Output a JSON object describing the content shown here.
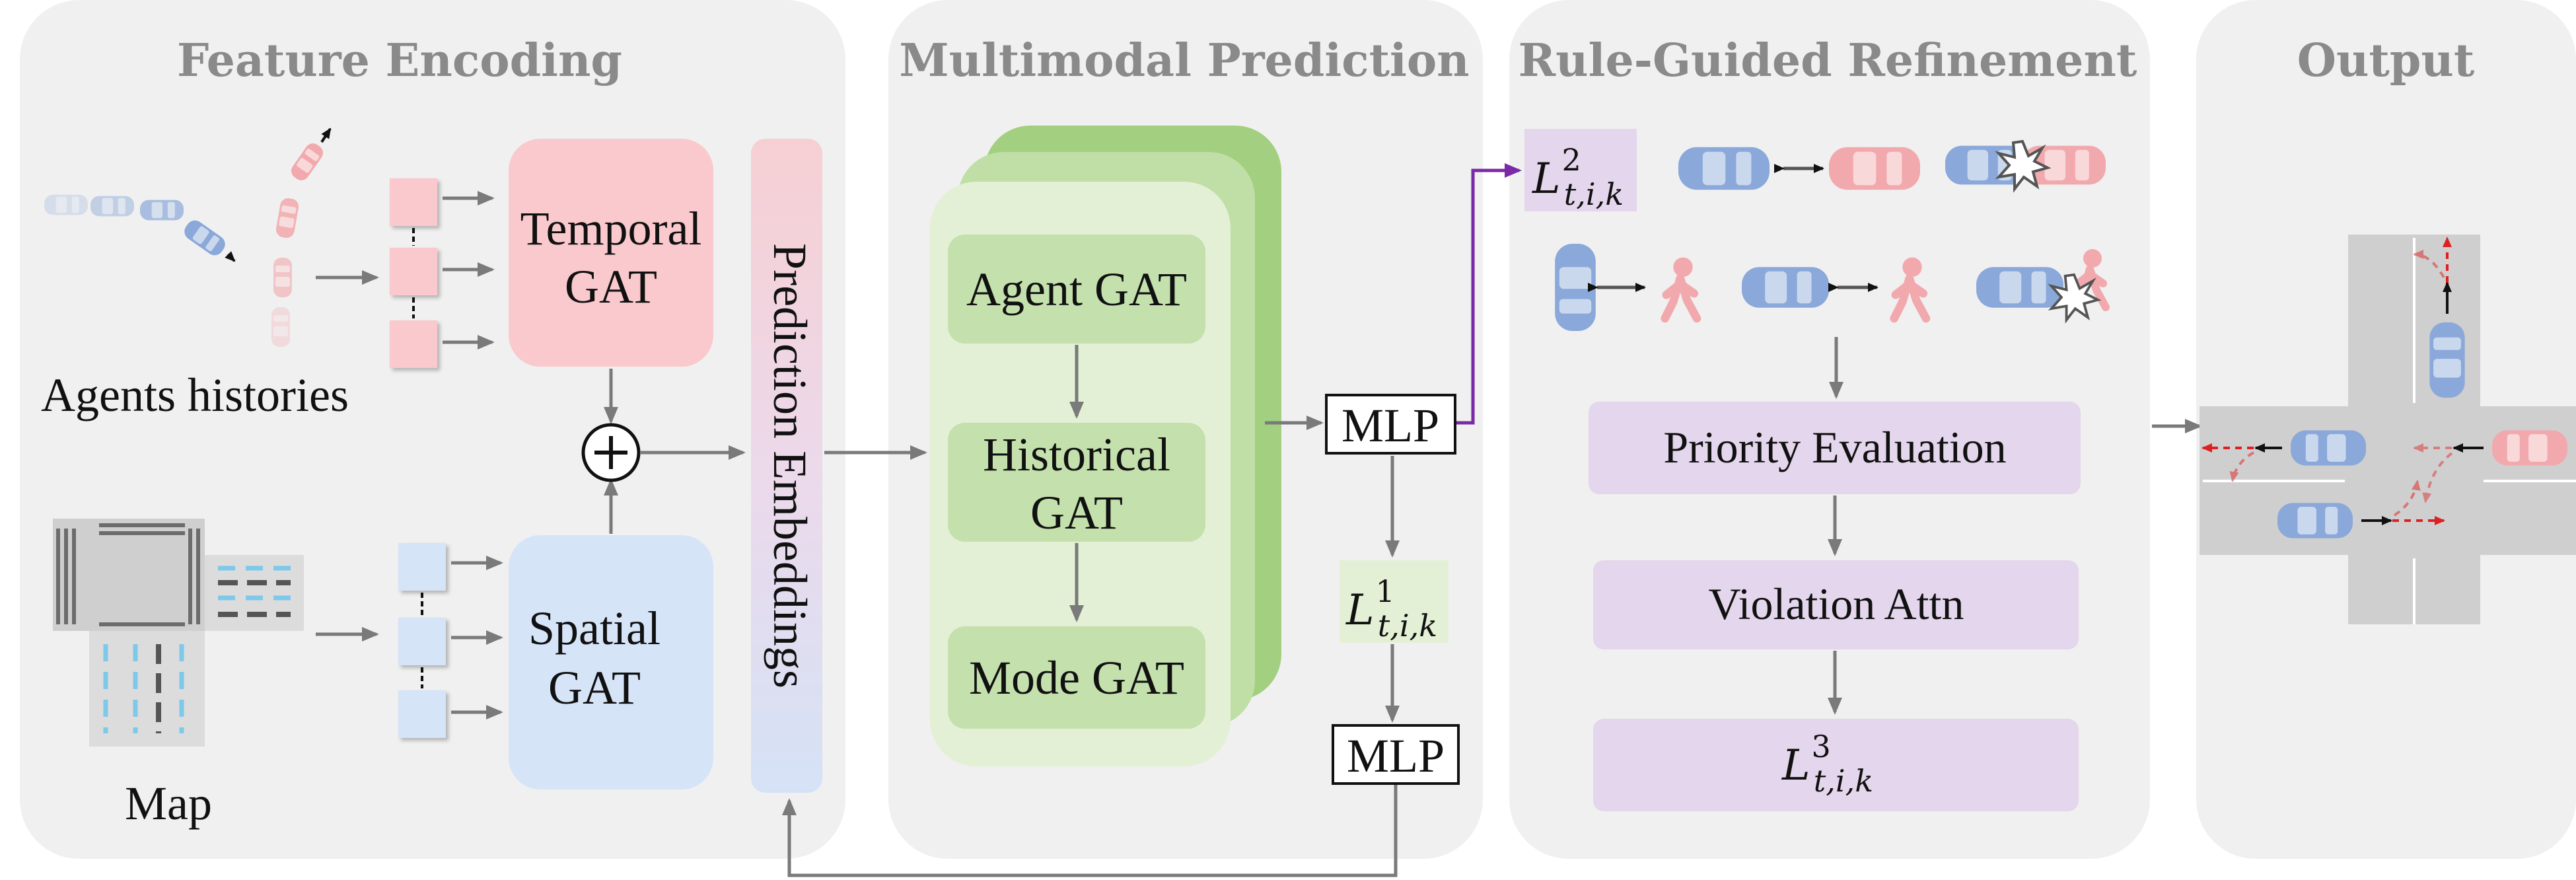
{
  "panels": {
    "feature_encoding": "Feature Encoding",
    "multimodal_prediction": "Multimodal Prediction",
    "rule_guided_refinement": "Rule-Guided Refinement",
    "output": "Output"
  },
  "feature_encoding": {
    "agents_histories": "Agents histories",
    "map": "Map",
    "temporal_gat": [
      "Temporal",
      "GAT"
    ],
    "spatial_gat": [
      "Spatial",
      "GAT"
    ],
    "plus": "+",
    "prediction_embeddings": "Prediction Embeddings"
  },
  "multimodal_prediction": {
    "agent_gat": "Agent GAT",
    "historical_gat": [
      "Historical",
      "GAT"
    ],
    "mode_gat": "Mode GAT",
    "mlp_top": "MLP",
    "mlp_bottom": "MLP",
    "loss1": {
      "base": "L",
      "sup": "1",
      "sub": "t,i,k"
    }
  },
  "rule_guided_refinement": {
    "loss2": {
      "base": "L",
      "sup": "2",
      "sub": "t,i,k"
    },
    "priority_evaluation": "Priority Evaluation",
    "violation_attn": "Violation Attn",
    "loss3": {
      "base": "L",
      "sup": "3",
      "sub": "t,i,k"
    }
  },
  "colors": {
    "temporal_fill": "#f9c9cd",
    "spatial_fill": "#d6e4f7",
    "gat_stack_front": "#e3f0d5",
    "gat_stack_mid": "#bfdfa6",
    "gat_stack_back": "#a3d080",
    "gat_box": "#c3e0ad",
    "purple_box": "#e4d6ec",
    "car_blue": "#8aa8d9",
    "car_pink": "#f2a9ad",
    "road": "#cfcfcf"
  }
}
